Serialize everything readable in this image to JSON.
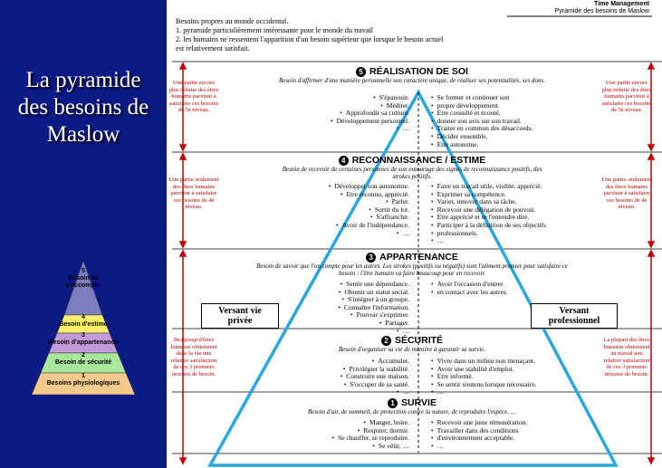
{
  "header": {
    "line1": "Time Management",
    "line2": "Pyramide des besoins de Maslow"
  },
  "slide_title": [
    "La pyramide",
    "des besoins de",
    "Maslow"
  ],
  "small_pyramid": [
    {
      "num": "5",
      "label": "Besoin de s'accomplir",
      "color": "#7b7fbf"
    },
    {
      "num": "4",
      "label": "Besoin d'estime",
      "color": "#fef06c"
    },
    {
      "num": "3",
      "label": "Besoin d'appartenance",
      "color": "#c39ad9"
    },
    {
      "num": "2",
      "label": "Besoin de sécurité",
      "color": "#a9e89c"
    },
    {
      "num": "1",
      "label": "Besoins physiologiques",
      "color": "#f7c98c"
    }
  ],
  "intro": [
    "Besoins propres au monde occidental.",
    "1.   pyramide particulièrement intéressante pour le monde du travail",
    "2.   les humains ne ressentent l'apparition d'un besoin supérieur que lorsque le besoin actuel",
    "       est relativement satisfait."
  ],
  "levels": [
    {
      "num": "5",
      "title": "RÉALISATION DE SOI",
      "desc": "Besoin d'affirmer d'une manière personnelle son caractère unique, de réaliser ses potentialités, ses dons.",
      "left": [
        "S'épanouir.",
        "Méditer.",
        "Approfondir sa culture.",
        "Développement personnel.",
        "…"
      ],
      "right": [
        "Se former et continuer son",
        "propre développement.",
        "Etre consulté et écouté,",
        "donner son avis sur son travail.",
        "Traiter en commun des désaccords.",
        "Décider ensemble.",
        "Etre autonome."
      ]
    },
    {
      "num": "4",
      "title": "RECONNAISSANCE / ESTIME",
      "desc": "Besoin de recevoir de certaines personnes de son entourage des signes de reconnaissance positifs, des strokes positifs.",
      "left": [
        "Développer son autonomie.",
        "Etre reconnu, apprécié.",
        "Parler.",
        "Sortir du lot.",
        "S'affranchir.",
        "Avoir de l'indépendance.",
        "…"
      ],
      "right": [
        "Faire un travail utile, visible, apprécié.",
        "Exprimer sa compétence.",
        "Varier, innover dans sa tâche.",
        "Recevoir une délégation de pouvoir.",
        "Etre apprécié et se l'entendre dire.",
        "Participer à la définition de ses objectifs",
        "professionnels.",
        "…"
      ]
    },
    {
      "num": "3",
      "title": "APPARTENANCE",
      "desc": "Besoin de savoir que l'on compte pour les autres. Les strokes (positifs ou négatifs) sont l'aliment premier pour satisfaire ce besoin : l'être humain va faire beaucoup pour en recevoir.",
      "left": [
        "Sentir une dépendance.",
        "Obtenir un statut social.",
        "S'intégrer à un groupe.",
        "Connaître l'information.",
        "Pouvoir s'exprimer.",
        "Partager.",
        "…"
      ],
      "right": [
        "Avoir l'occasion d'entrer",
        "en contact avec les autres."
      ]
    },
    {
      "num": "2",
      "title": "SÉCURITÉ",
      "desc": "Besoin d'organiser sa vie de manière à garantir sa survie.",
      "left": [
        "Accumuler.",
        "Privilégier la stabilité.",
        "Construire une maison.",
        "S'occuper de sa santé.",
        "…"
      ],
      "right": [
        "Vivre dans un milieu non menaçant.",
        "Avoir une stabilité d'emploi.",
        "Etre informé.",
        "Se sentir soutenu lorsque nécessaire.",
        "…"
      ]
    },
    {
      "num": "1",
      "title": "SURVIE",
      "desc": "Besoin d'air, de sommeil, de protection contre la nature, de reproduire l'espèce, …",
      "left": [
        "Manger, boire.",
        "Respirer, dormir.",
        "Se chauffer, se reproduire.",
        "Se vêtir, …"
      ],
      "right": [
        "Recevoir une juste rémunération.",
        "Travailler dans des conditions",
        "d'environnement acceptable.",
        "…"
      ]
    }
  ],
  "side_notes": {
    "l5": "Une partie encore plus réduite des êtres humains parvient à satisfaire ces besoins de 5è niveau.",
    "r5": "Une partie encore plus réduite des êtres humains parvient à satisfaire ces besoins de 5è niveau.",
    "l4": "Une partie seulement des êtres humains parvient à satisfaire ces besoins de 4è niveau.",
    "r4": "Une partie seulement des êtres humains parvient à satisfaire ces besoins de 4è niveau.",
    "l3": "Beaucoup d'êtres humains obtiennent dans la vie une relative satisfaction de ces 3 premiers niveaux de besoin.",
    "r3": "La plupart des êtres humains obtiennent au travail une relative satisfaction de ces 3 premiers niveaux de besoin."
  },
  "labels": {
    "private": "Versant vie privée",
    "professional": "Versant professionnel"
  },
  "colors": {
    "slide_bg": "#0c1a86",
    "arrows": "#c00000",
    "pyramid_outline": "#2aa7dc"
  }
}
